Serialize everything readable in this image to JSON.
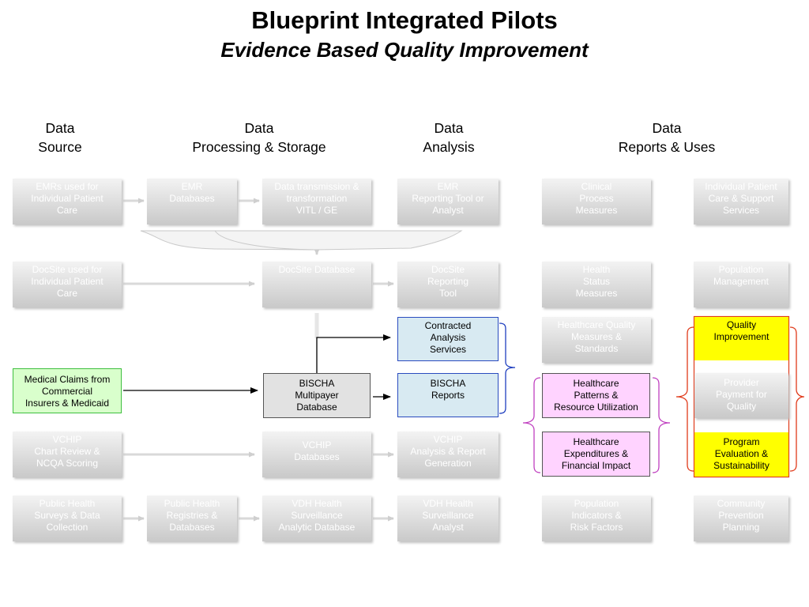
{
  "header": {
    "title": "Blueprint Integrated Pilots",
    "subtitle": "Evidence Based Quality Improvement"
  },
  "columns": [
    {
      "line1": "Data",
      "line2": "Source"
    },
    {
      "line1": "Data",
      "line2": "Processing & Storage"
    },
    {
      "line1": "Data",
      "line2": "Analysis"
    },
    {
      "line1": "Data",
      "line2": "Reports & Uses"
    }
  ],
  "rows": {
    "emr": {
      "source": [
        "EMRs used for",
        "Individual Patient",
        "Care"
      ],
      "databases": [
        "EMR",
        "Databases"
      ],
      "transform": [
        "Data transmission &",
        "transformation",
        "VITL / GE"
      ],
      "analysis": [
        "EMR",
        "Reporting Tool or",
        "Analyst"
      ],
      "report": [
        "Clinical",
        "Process",
        "Measures"
      ],
      "use": [
        "Individual Patient",
        "Care & Support",
        "Services"
      ]
    },
    "docsite": {
      "source": [
        "DocSite used for",
        "Individual Patient",
        "Care"
      ],
      "database": [
        "DocSite Database"
      ],
      "analysis": [
        "DocSite",
        "Reporting",
        "Tool"
      ],
      "report": [
        "Health",
        "Status",
        "Measures"
      ],
      "use": [
        "Population",
        "Management"
      ]
    },
    "quality": {
      "contracted": [
        "Contracted",
        "Analysis",
        "Services"
      ],
      "report": [
        "Healthcare Quality",
        "Measures &",
        "Standards"
      ],
      "use": [
        "Quality",
        "Improvement"
      ]
    },
    "claims": {
      "source": [
        "Medical Claims from",
        "Commercial",
        "Insurers & Medicaid"
      ],
      "database": [
        "BISCHA",
        "Multipayer",
        "Database"
      ],
      "analysis": [
        "BISCHA",
        "Reports"
      ],
      "report": [
        "Healthcare",
        "Patterns &",
        "Resource Utilization"
      ],
      "use": [
        "Provider",
        "Payment for",
        "Quality"
      ]
    },
    "expenditures": {
      "report": [
        "Healthcare",
        "Expenditures &",
        "Financial Impact"
      ],
      "use": [
        "Program",
        "Evaluation &",
        "Sustainability"
      ]
    },
    "vchip": {
      "source": [
        "VCHIP",
        "Chart Review &",
        "NCQA Scoring"
      ],
      "database": [
        "VCHIP",
        "Databases"
      ],
      "analysis": [
        "VCHIP",
        "Analysis & Report",
        "Generation"
      ]
    },
    "publichealth": {
      "source": [
        "Public Health",
        "Surveys & Data",
        "Collection"
      ],
      "registries": [
        "Public Health",
        "Registries &",
        "Databases"
      ],
      "database": [
        "VDH Health",
        "Surveillance",
        "Analytic Database"
      ],
      "analysis": [
        "VDH Health",
        "Surveillance",
        "Analyst"
      ],
      "report": [
        "Population",
        "Indicators &",
        "Risk Factors"
      ],
      "use": [
        "Community",
        "Prevention",
        "Planning"
      ]
    }
  },
  "colors": {
    "claims_fill": "#d9ffcc",
    "database_fill": "#e2e2e2",
    "analysis_fill": "#d8eaf2",
    "report_fill": "#ffd3ff",
    "use_fill": "#ffff00"
  }
}
